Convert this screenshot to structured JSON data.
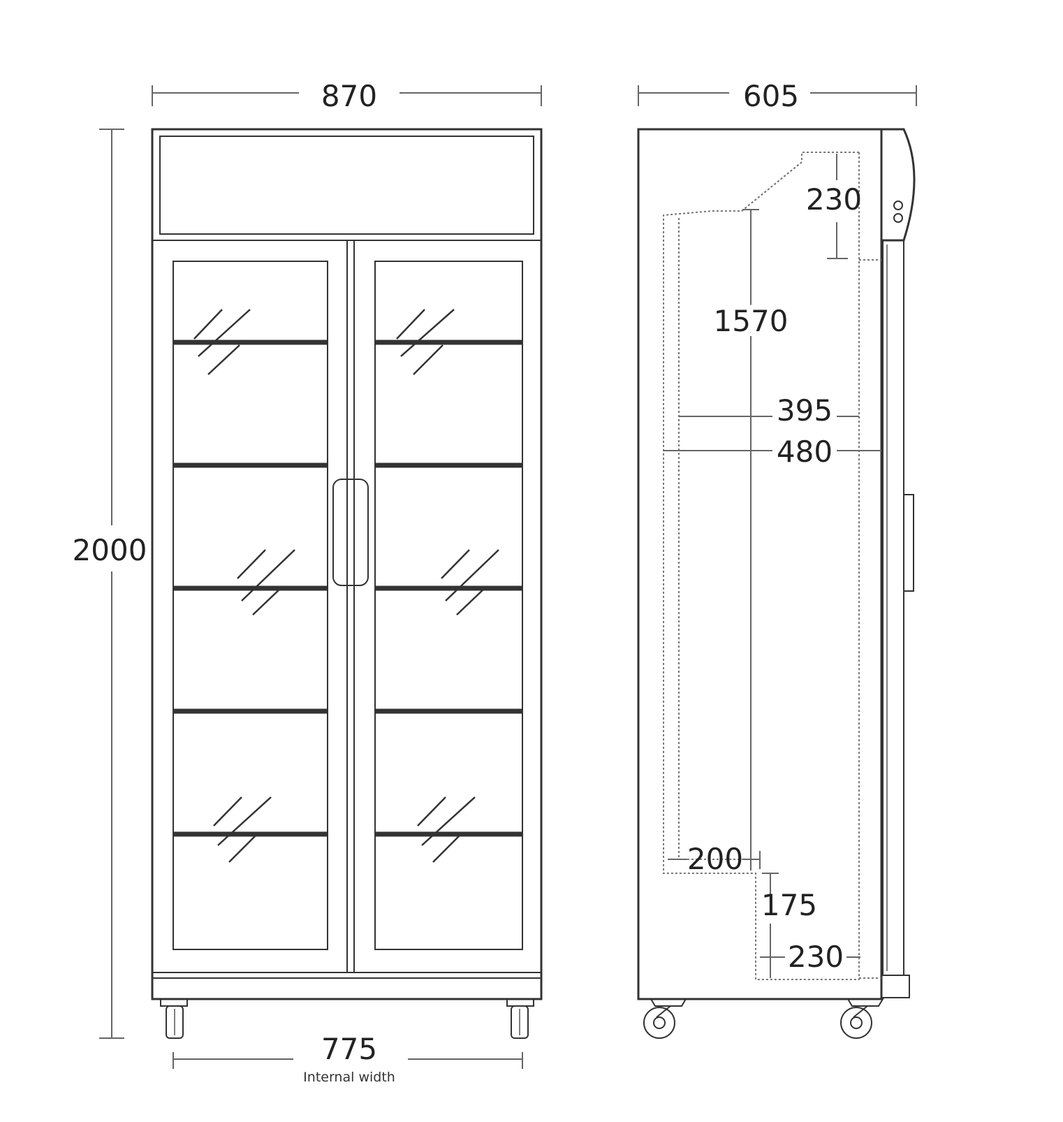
{
  "front_view": {
    "width_label": "870",
    "height_label": "2000",
    "internal_width_label": "775",
    "internal_width_caption": "Internal width"
  },
  "side_view": {
    "depth_label": "605",
    "top_depth_label": "230",
    "internal_height_label": "1570",
    "shelf_depth_label": "395",
    "internal_depth_label": "480",
    "bottom_shelf_label": "200",
    "bottom_gap_label": "175",
    "bottom_depth_label": "230"
  }
}
